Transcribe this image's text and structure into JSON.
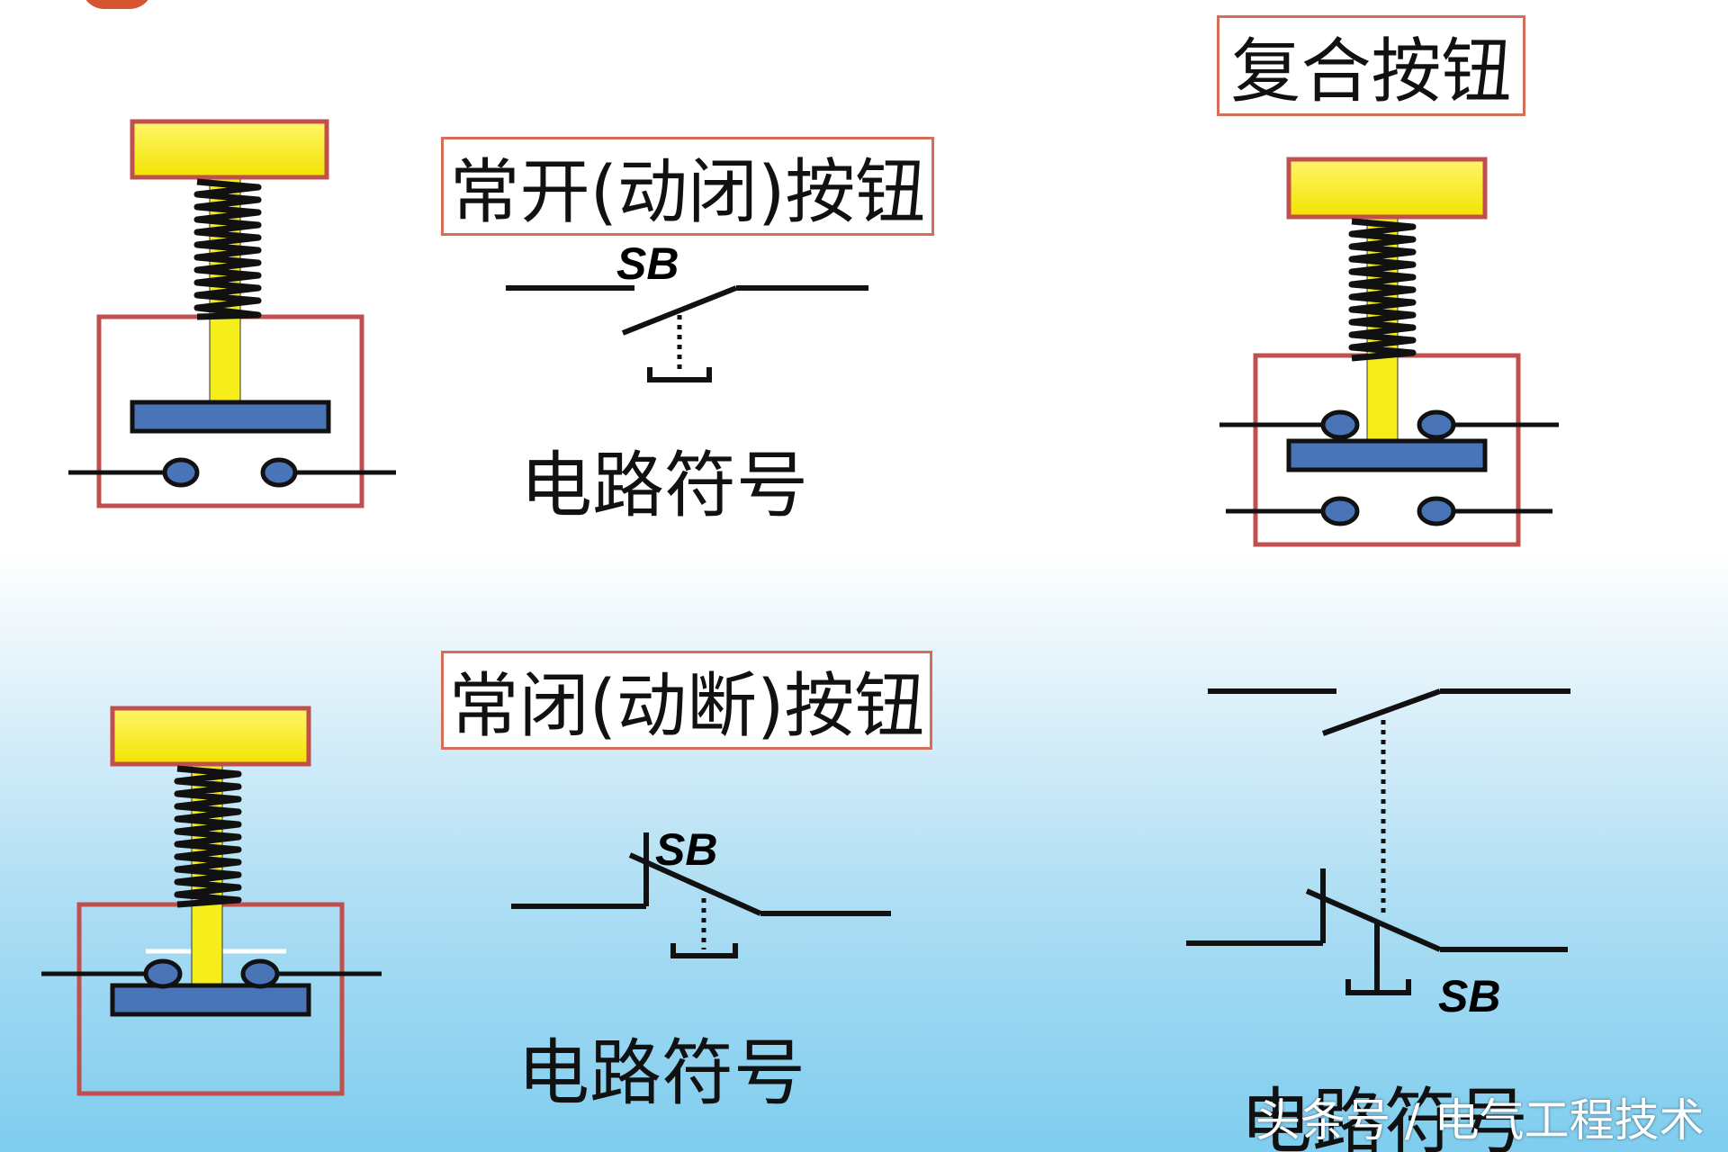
{
  "titles": {
    "normally_open": "常开(动闭)按钮",
    "normally_closed": "常闭(动断)按钮",
    "compound": "复合按钮"
  },
  "captions": {
    "circuit_symbol": "电路符号"
  },
  "symbol_label": "SB",
  "watermark": "头条号 / 电气工程技术",
  "colors": {
    "button_cap": "#f5ee1b",
    "stem": "#f5ee1b",
    "contact_bridge": "#4a74b8",
    "housing": "#c0504d",
    "title_border": "#d66d58",
    "line": "#111111"
  },
  "icons": {
    "spring": "spring-coil-icon",
    "contact": "contact-dot-icon"
  }
}
